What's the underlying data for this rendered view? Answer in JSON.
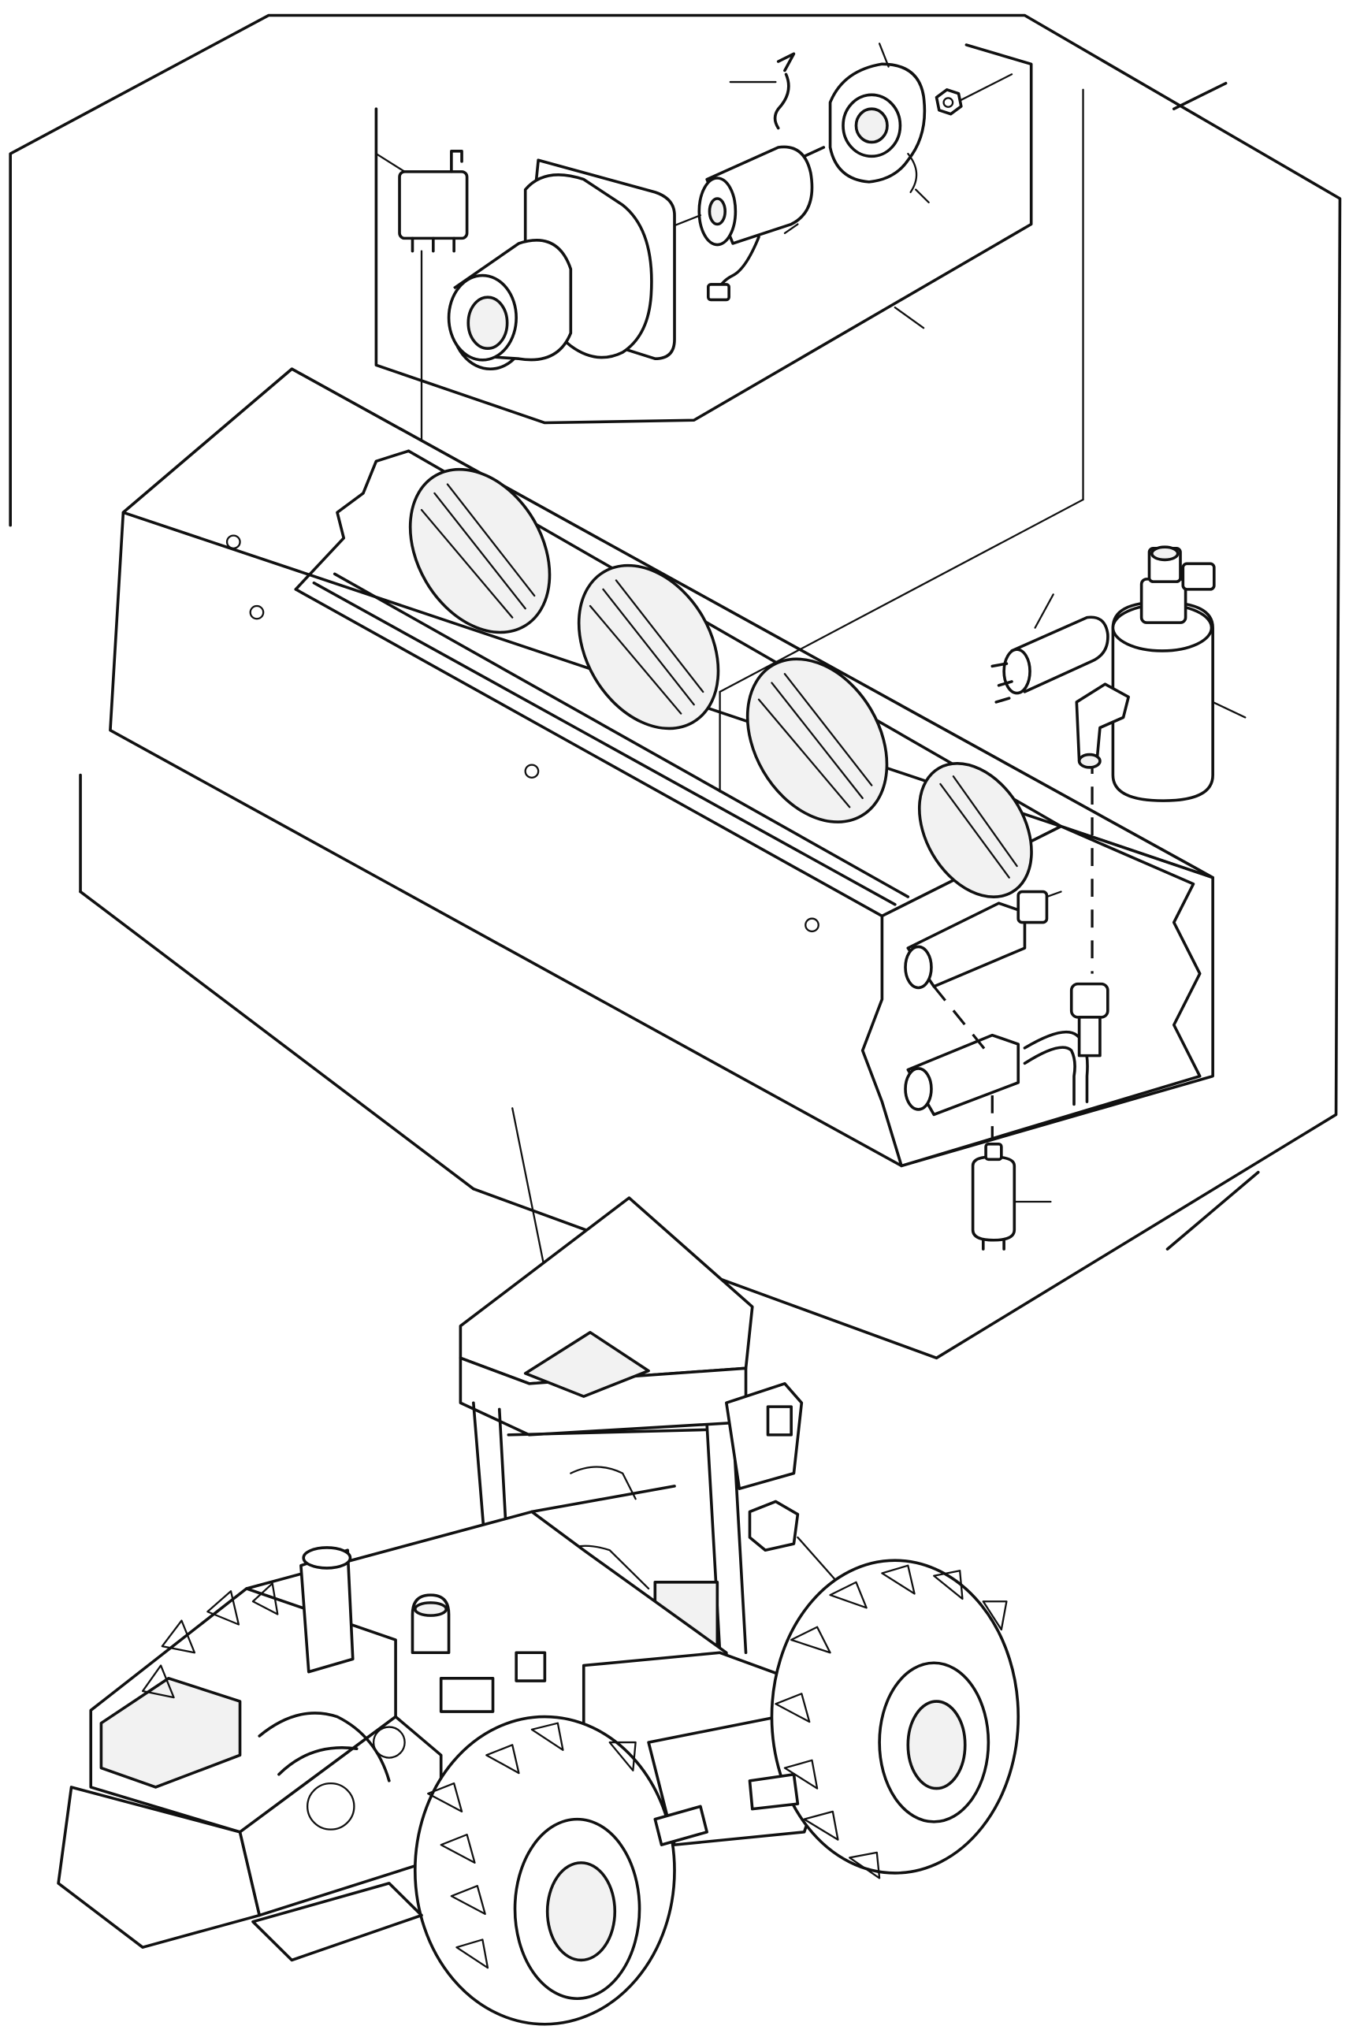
{
  "diagram": {
    "kind": "exploded-parts-illustration",
    "colors": {
      "line": "#111111",
      "paper": "#ffffff",
      "shade": "#f2f2f2"
    },
    "parts": [
      {
        "id": "relay",
        "icon": "relay-box-icon"
      },
      {
        "id": "blower-housing",
        "icon": "blower-housing-icon"
      },
      {
        "id": "blower-motor",
        "icon": "electric-motor-icon"
      },
      {
        "id": "mounting-clip",
        "icon": "clip-icon"
      },
      {
        "id": "fan-wheel",
        "icon": "fan-icon"
      },
      {
        "id": "retaining-nut",
        "icon": "nut-icon"
      },
      {
        "id": "condenser-unit",
        "icon": "condenser-icon"
      },
      {
        "id": "pressure-switch",
        "icon": "pressure-switch-icon"
      },
      {
        "id": "receiver-drier",
        "icon": "receiver-drier-icon"
      },
      {
        "id": "elbow-fitting",
        "icon": "elbow-fitting-icon"
      },
      {
        "id": "hose-fittings",
        "icon": "hose-fitting-icon"
      },
      {
        "id": "tube-assembly",
        "icon": "tube-icon"
      },
      {
        "id": "sensor",
        "icon": "sensor-icon"
      },
      {
        "id": "compactor-machine",
        "icon": "soil-compactor-icon"
      }
    ]
  }
}
